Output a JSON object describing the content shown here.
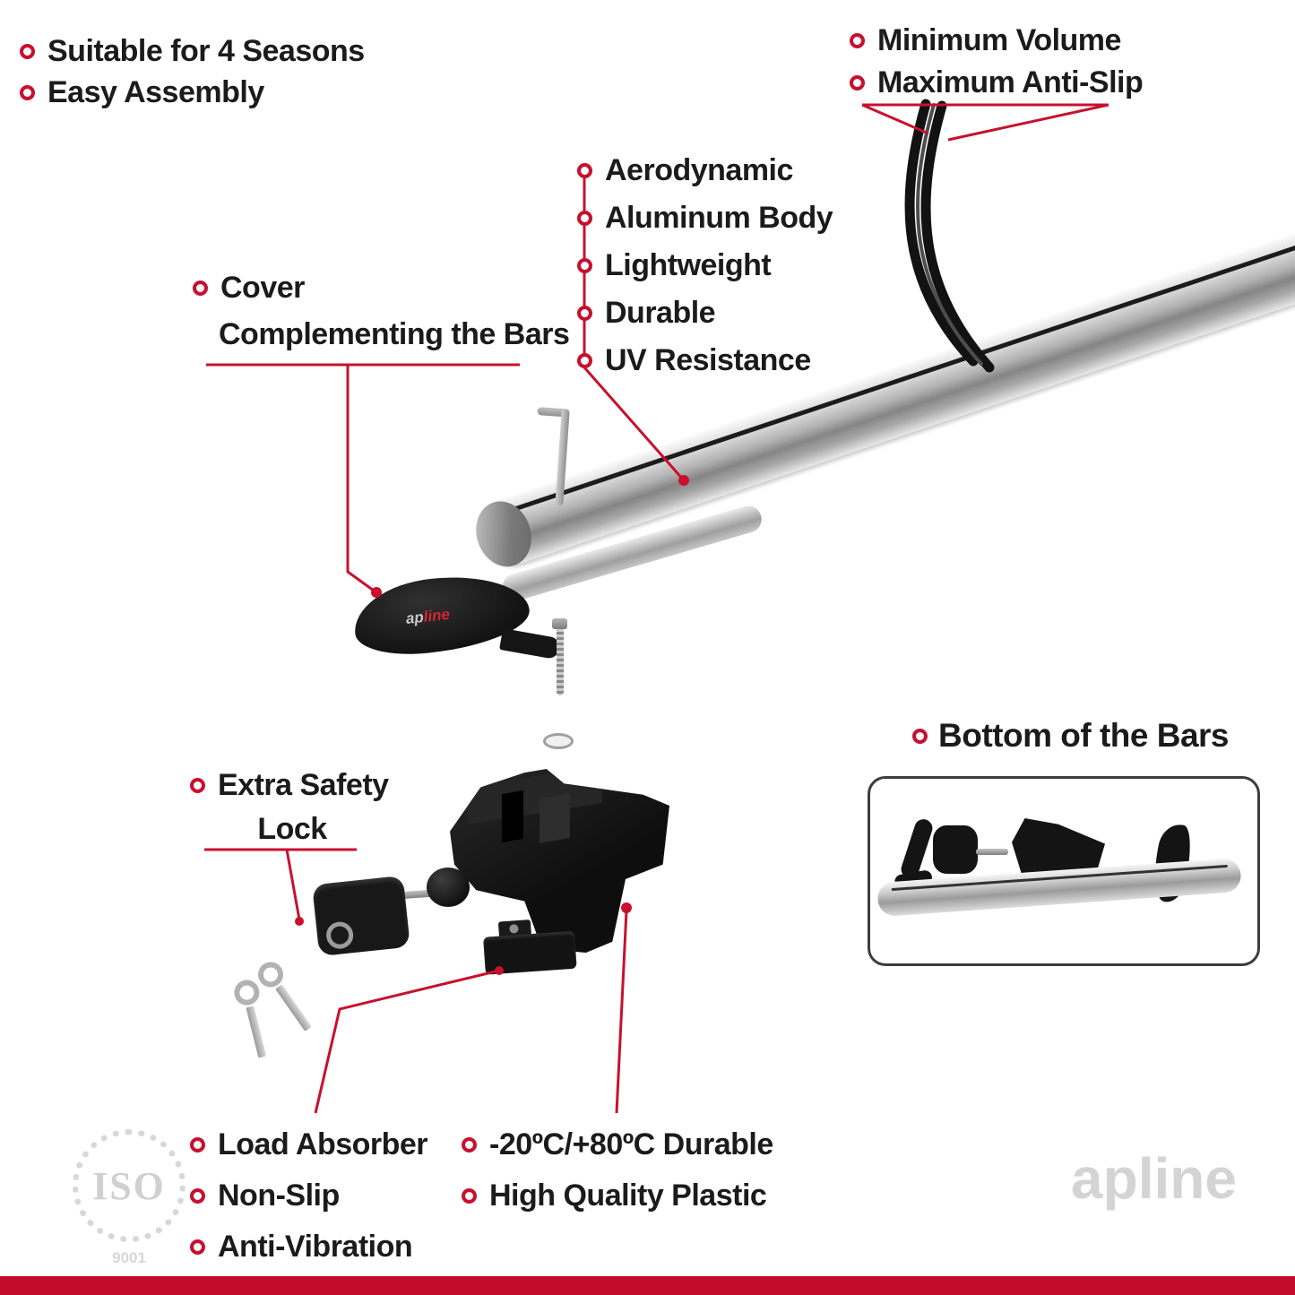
{
  "colors": {
    "accent": "#c8102e",
    "footer_bar": "#c20b2b"
  },
  "top_left_features": {
    "items": [
      "Suitable for 4 Seasons",
      "Easy Assembly"
    ]
  },
  "top_right_features": {
    "items": [
      "Minimum Volume",
      "Maximum Anti-Slip"
    ]
  },
  "bar_features": {
    "items": [
      "Aerodynamic",
      "Aluminum Body",
      "Lightweight",
      "Durable",
      "UV Resistance"
    ]
  },
  "cover_callout": {
    "line1": "Cover",
    "line2": "Complementing the Bars"
  },
  "lock_callout": {
    "line1": "Extra Safety",
    "line2": "Lock"
  },
  "bottom_bars_callout": {
    "label": "Bottom of the Bars"
  },
  "bottom_left_features": {
    "items": [
      "Load Absorber",
      "Non-Slip",
      "Anti-Vibration"
    ]
  },
  "bottom_center_features": {
    "items": [
      "-20ºC/+80ºC Durable",
      "High Quality Plastic"
    ]
  },
  "cover_logo": {
    "ap": "ap",
    "line": "line"
  },
  "watermark": {
    "ap": "ap",
    "line": "line"
  },
  "iso_badge": {
    "label": "ISO",
    "number": "9001"
  }
}
